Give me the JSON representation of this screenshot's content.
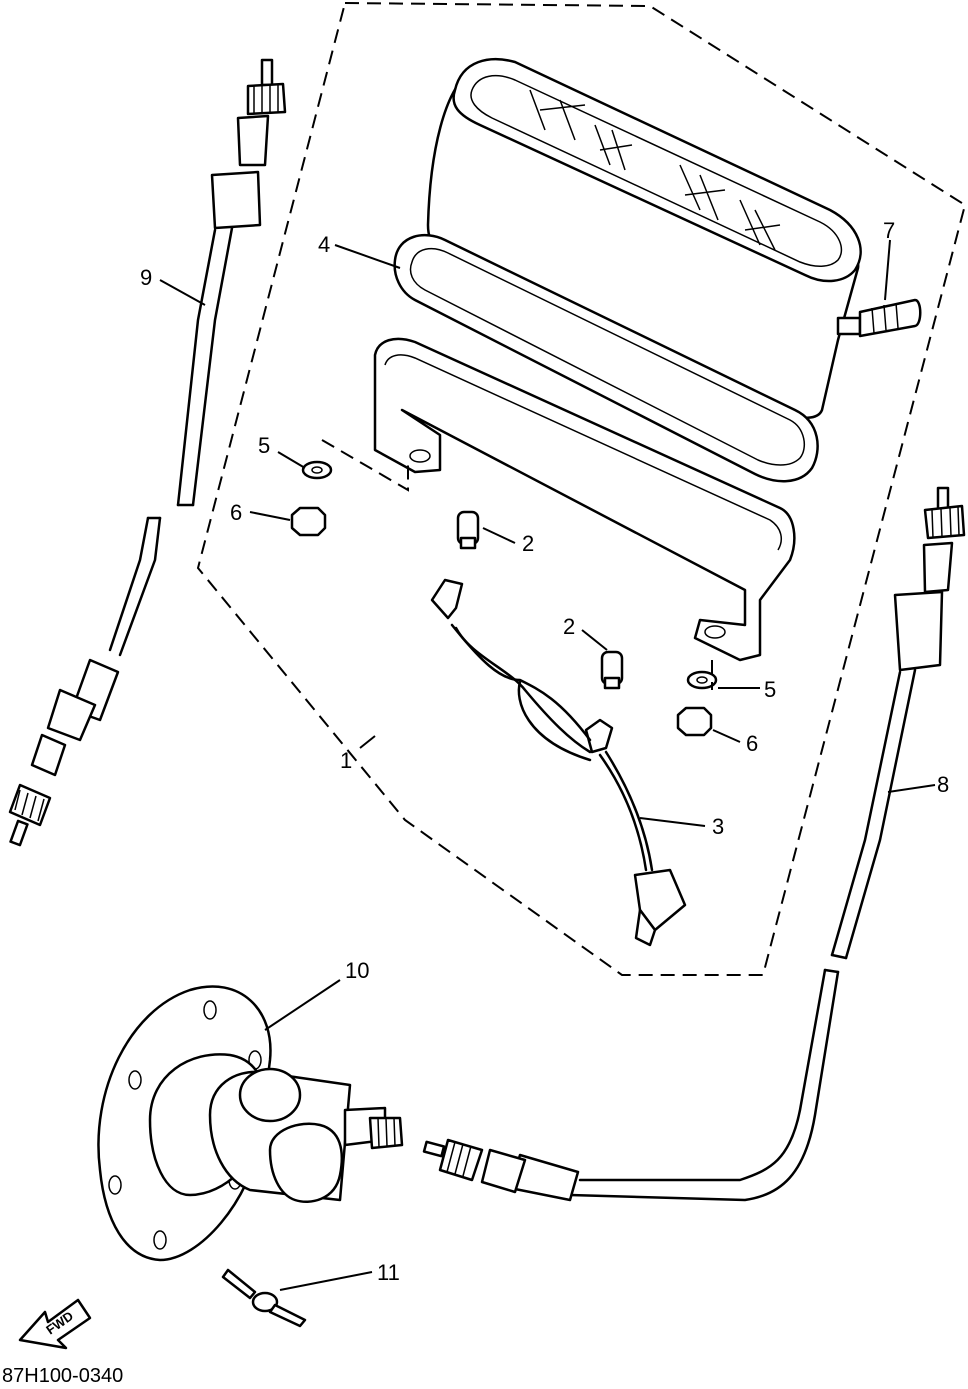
{
  "diagram": {
    "drawing_code": "87H100-0340",
    "direction_marker": "FWD",
    "callouts": {
      "assembly": "1",
      "bulb_upper": "2",
      "bulb_lower": "2",
      "harness": "3",
      "gasket": "4",
      "washer_left": "5",
      "washer_right": "5",
      "nut_left": "6",
      "nut_right": "6",
      "knob": "7",
      "cable_right": "8",
      "cable_left": "9",
      "gear_unit": "10",
      "pin": "11"
    }
  }
}
